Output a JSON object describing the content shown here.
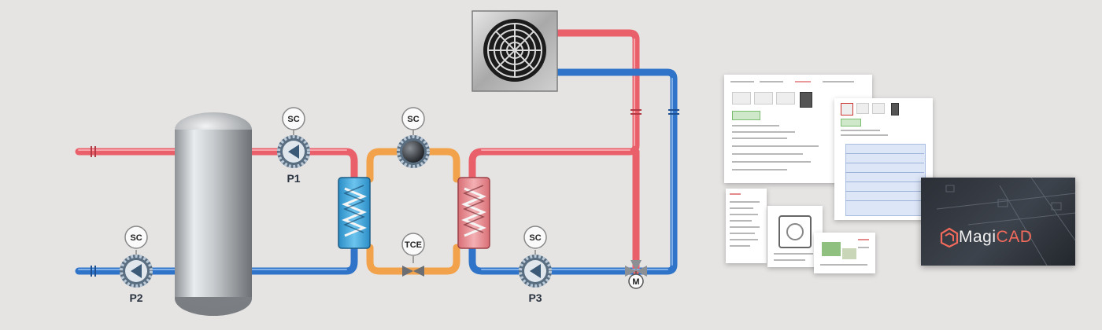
{
  "pumps": [
    {
      "id": "p1",
      "label": "P1",
      "controller": "SC"
    },
    {
      "id": "p2",
      "label": "P2",
      "controller": "SC"
    },
    {
      "id": "p3",
      "label": "P3",
      "controller": "SC"
    }
  ],
  "circulator": {
    "controller": "SC"
  },
  "valve": {
    "label": "TCE"
  },
  "mixing_valve": {
    "motor": "M"
  },
  "brand": {
    "name_prefix": "Magi",
    "name_accent": "CAD"
  },
  "colors": {
    "hot_pipe": "#e9606a",
    "cold_pipe": "#2f74c8",
    "loop_pipe": "#f2a24a",
    "exchanger_cold": "#3fa9de",
    "exchanger_hot": "#e98b90",
    "brand_accent": "#f26a5b"
  }
}
